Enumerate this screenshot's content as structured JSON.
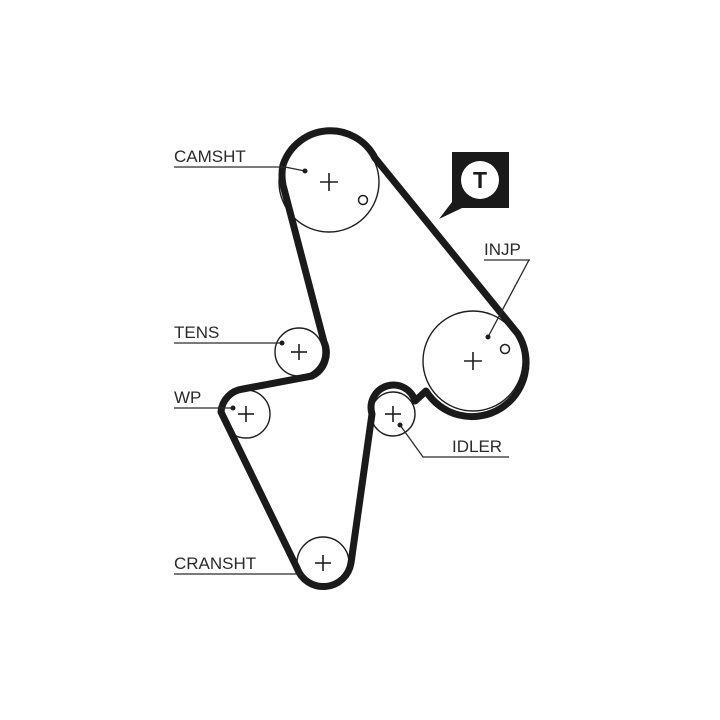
{
  "labels": {
    "camshaft": "CAMSHT",
    "injection_pump": "INJP",
    "tensioner": "TENS",
    "water_pump": "WP",
    "idler": "IDLER",
    "crankshaft": "CRANSHT"
  },
  "badge": {
    "letter": "T"
  },
  "colors": {
    "line": "#1a1a1a",
    "text": "#2a2a2a",
    "badge_bg": "#1a1a1a",
    "badge_fg": "#ffffff"
  }
}
